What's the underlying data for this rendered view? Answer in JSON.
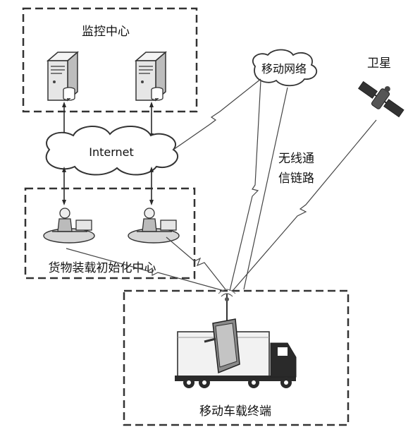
{
  "regions": {
    "monitoring_center": "监控中心",
    "loading_center": "货物装载初始化中心",
    "vehicle_terminal": "移动车载终端"
  },
  "network": {
    "internet": "Internet",
    "mobile_network": "移动网络",
    "satellite": "卫星",
    "wireless_link_line1": "无线通",
    "wireless_link_line2": "信链路"
  },
  "colors": {
    "stroke": "#2a2a2a",
    "cloud_fill": "#ffffff",
    "server_fill": "#e8e8e8",
    "truck_cab": "#2a2a2a",
    "container_fill": "#f2f2f2"
  }
}
